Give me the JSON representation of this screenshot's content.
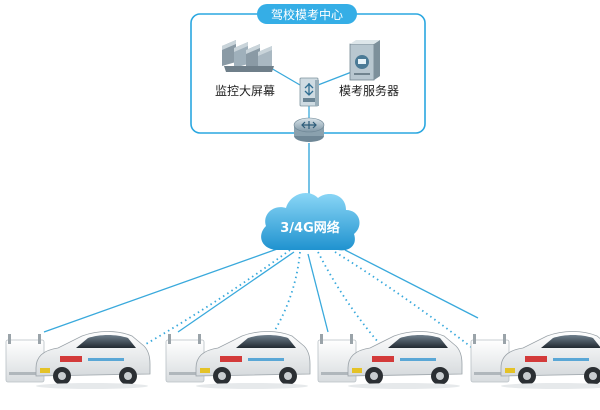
{
  "center": {
    "title": "驾校模考中心",
    "monitor_label": "监控大屏幕",
    "server_label": "模考服务器"
  },
  "network": {
    "label": "3/4G网络"
  },
  "colors": {
    "frame": "#2aa7e0",
    "link": "#39a9dc",
    "cloud_top": "#7fd0f4",
    "cloud_bottom": "#2499d3",
    "title_bg": "#35aee6",
    "text": "#222222"
  },
  "cars": [
    {
      "id": "car-1"
    },
    {
      "id": "car-2"
    },
    {
      "id": "car-3"
    },
    {
      "id": "car-4"
    }
  ]
}
